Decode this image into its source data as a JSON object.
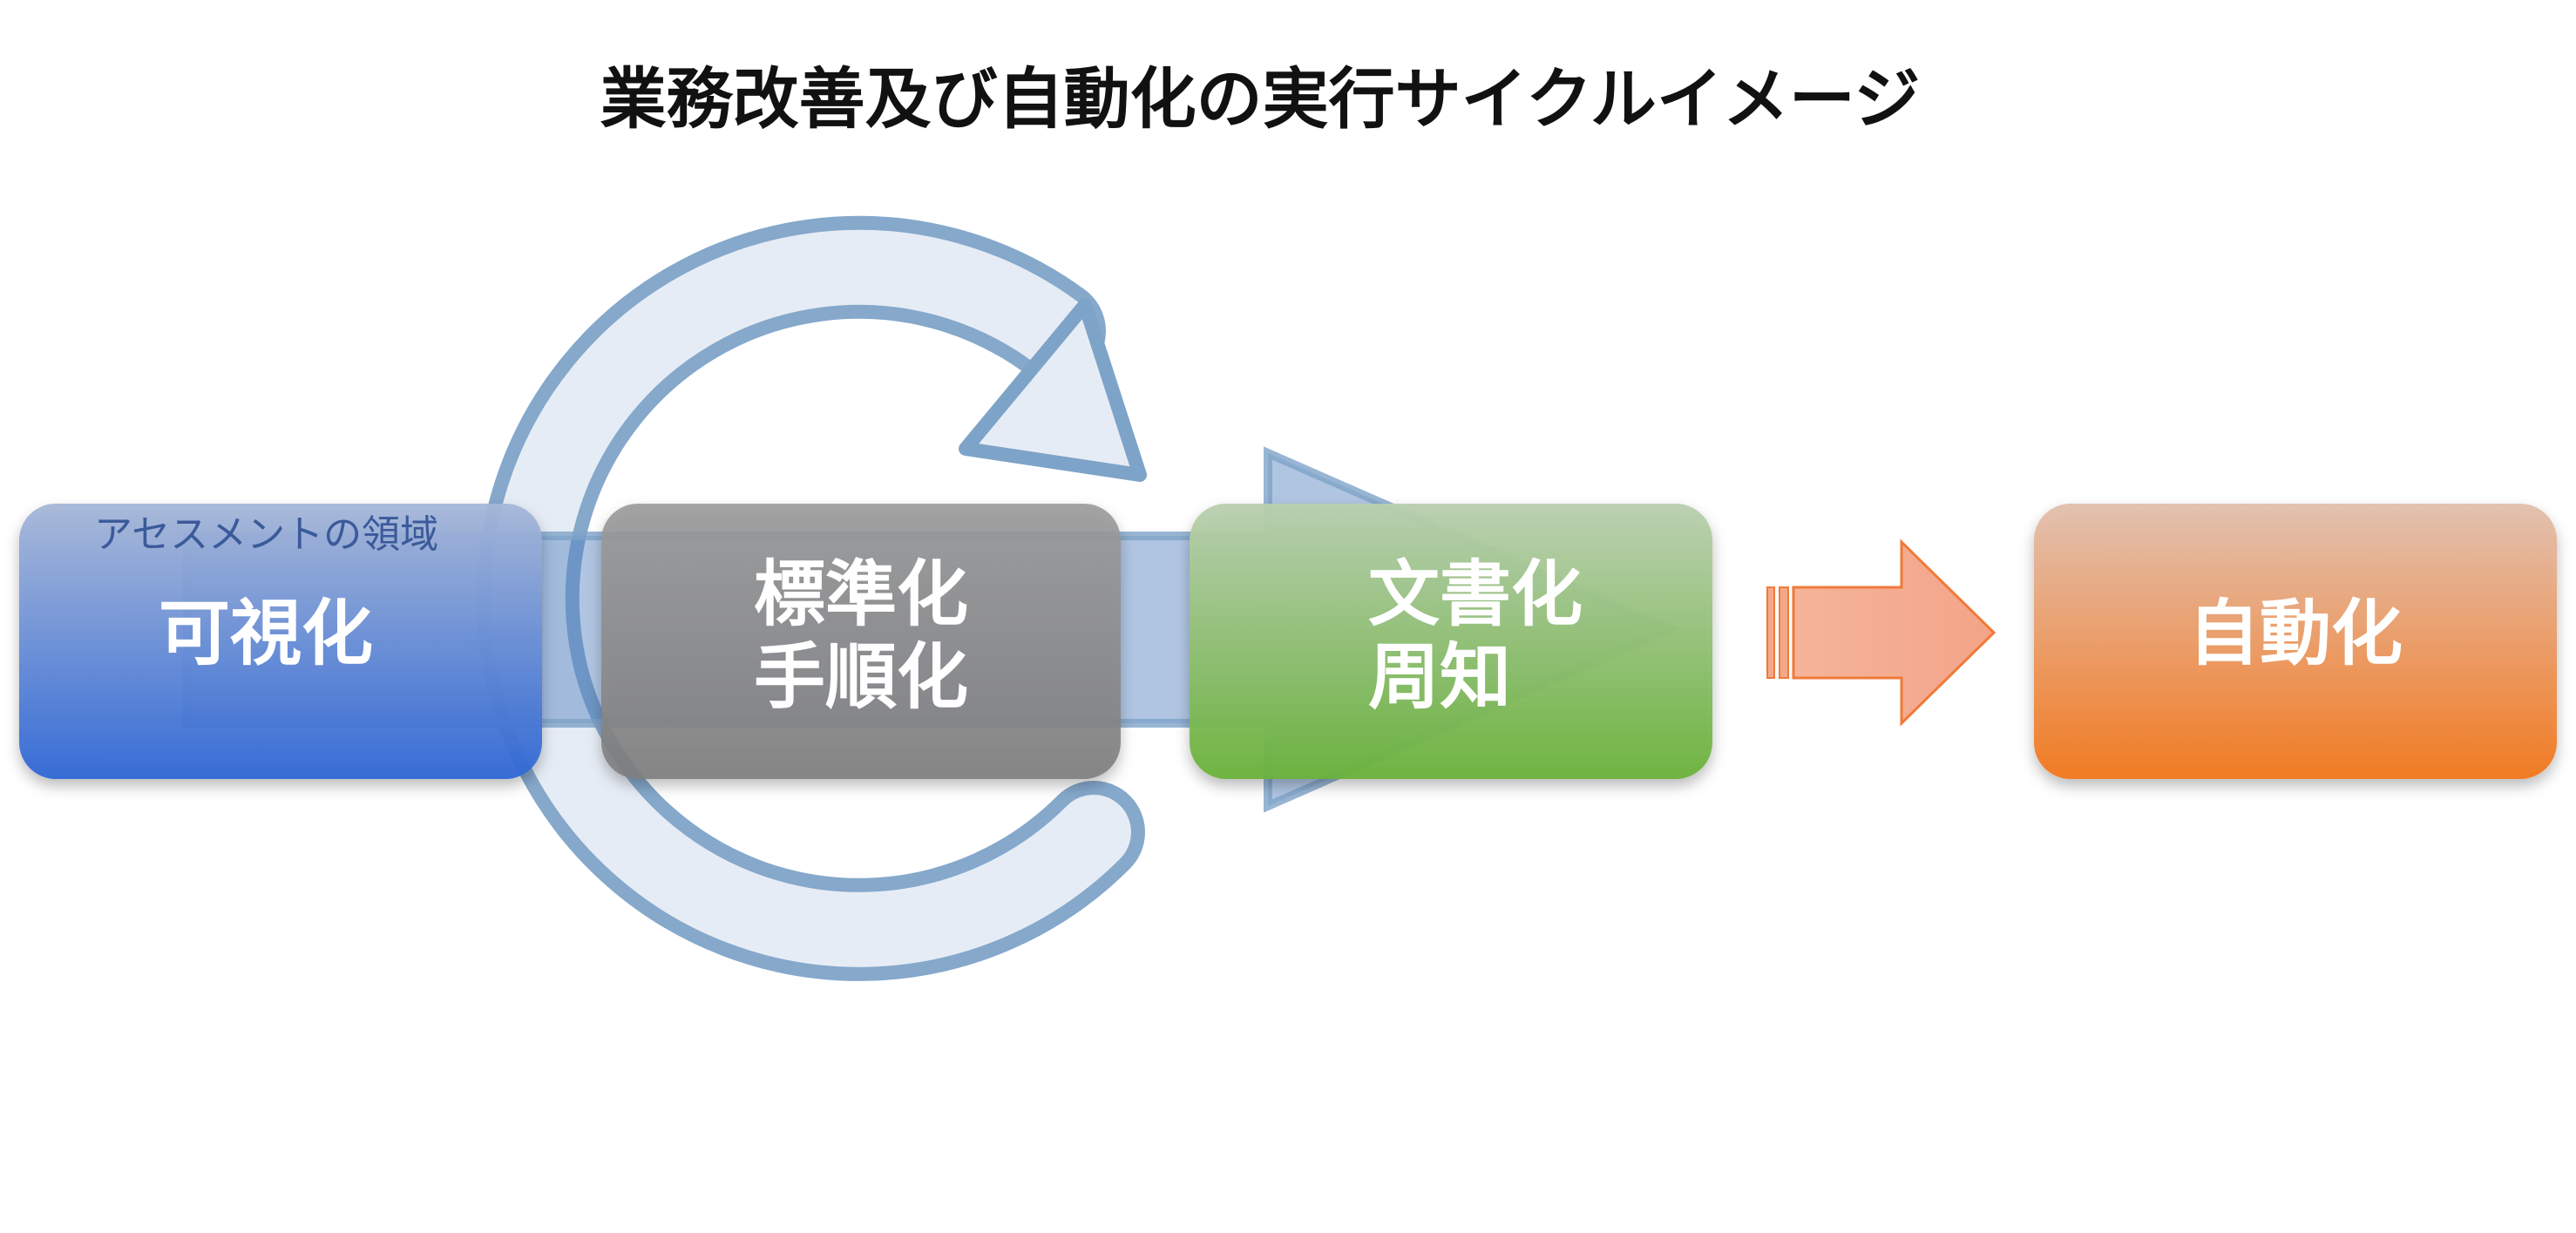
{
  "title": "業務改善及び自動化の実行サイクルイメージ",
  "region_label": "アセスメントの領域",
  "boxes": {
    "visualize": {
      "label": "可視化"
    },
    "standardize": {
      "line1": "標準化",
      "line2": "手順化"
    },
    "document": {
      "line1": "文書化",
      "line2": "周知"
    },
    "automate": {
      "label": "自動化"
    }
  },
  "colors": {
    "blue": "#2f67d4",
    "gray": "#8a8a8a",
    "green": "#6db33f",
    "orange": "#f07a1e",
    "cycle_outline": "#7ea3c8",
    "arrow_orange": "#f3a88a"
  }
}
